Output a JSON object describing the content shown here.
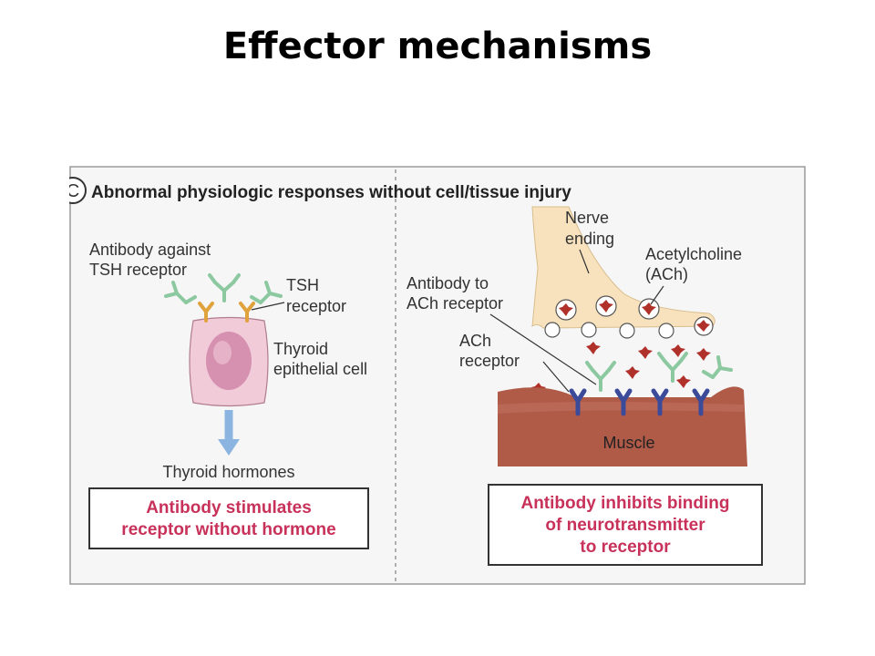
{
  "slide": {
    "title": "Effector mechanisms"
  },
  "panel": {
    "letter": "C",
    "heading": "Abnormal physiologic responses without cell/tissue injury"
  },
  "left": {
    "antibody_label_1": "Antibody against",
    "antibody_label_2": "TSH receptor",
    "receptor_label_1": "TSH",
    "receptor_label_2": "receptor",
    "cell_label_1": "Thyroid",
    "cell_label_2": "epithelial cell",
    "output_label": "Thyroid hormones",
    "caption_1": "Antibody stimulates",
    "caption_2": "receptor without hormone"
  },
  "right": {
    "nerve_label_1": "Nerve",
    "nerve_label_2": "ending",
    "ach_label_1": "Acetylcholine",
    "ach_label_2": "(ACh)",
    "antibody_label_1": "Antibody to",
    "antibody_label_2": "ACh receptor",
    "receptor_label_1": "ACh",
    "receptor_label_2": "receptor",
    "muscle_label": "Muscle",
    "caption_1": "Antibody inhibits binding",
    "caption_2": "of neurotransmitter",
    "caption_3": "to receptor"
  },
  "colors": {
    "caption_text": "#c8325a",
    "antibody": "#8cc8a0",
    "tsh_receptor": "#e0a23c",
    "cell_fill": "#f2cbd8",
    "nucleus": "#d690b0",
    "nerve_fill": "#f7e2bd",
    "ach": "#b0302a",
    "ach_receptor": "#3c4a9a",
    "muscle": "#b05a48",
    "arrow": "#8cb4e0"
  }
}
